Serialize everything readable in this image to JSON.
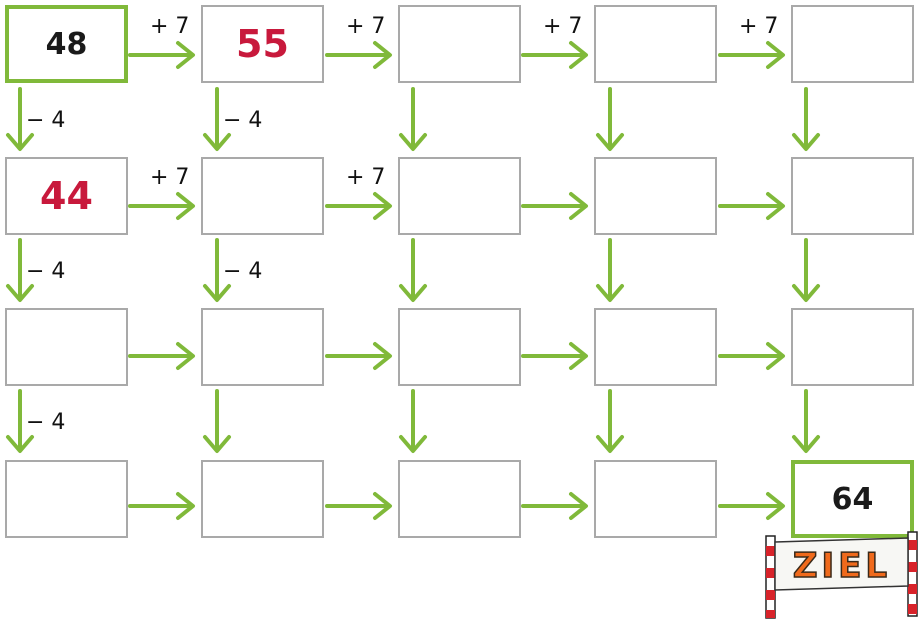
{
  "colors": {
    "arrow": "#80b93a",
    "highlight_border": "#80b93a",
    "cell_border": "#a9a9a9",
    "given_red": "#c8193c",
    "text": "#1a1a1a",
    "banner_orange": "#f06a1c"
  },
  "grid": {
    "rows": [
      [
        "48",
        "55",
        "",
        "",
        ""
      ],
      [
        "44",
        "",
        "",
        "",
        ""
      ],
      [
        "",
        "",
        "",
        "",
        ""
      ],
      [
        "",
        "",
        "",
        "",
        "64"
      ]
    ]
  },
  "operations": {
    "right": "+ 7",
    "down": "− 4"
  },
  "goal_banner": "ZIEL"
}
